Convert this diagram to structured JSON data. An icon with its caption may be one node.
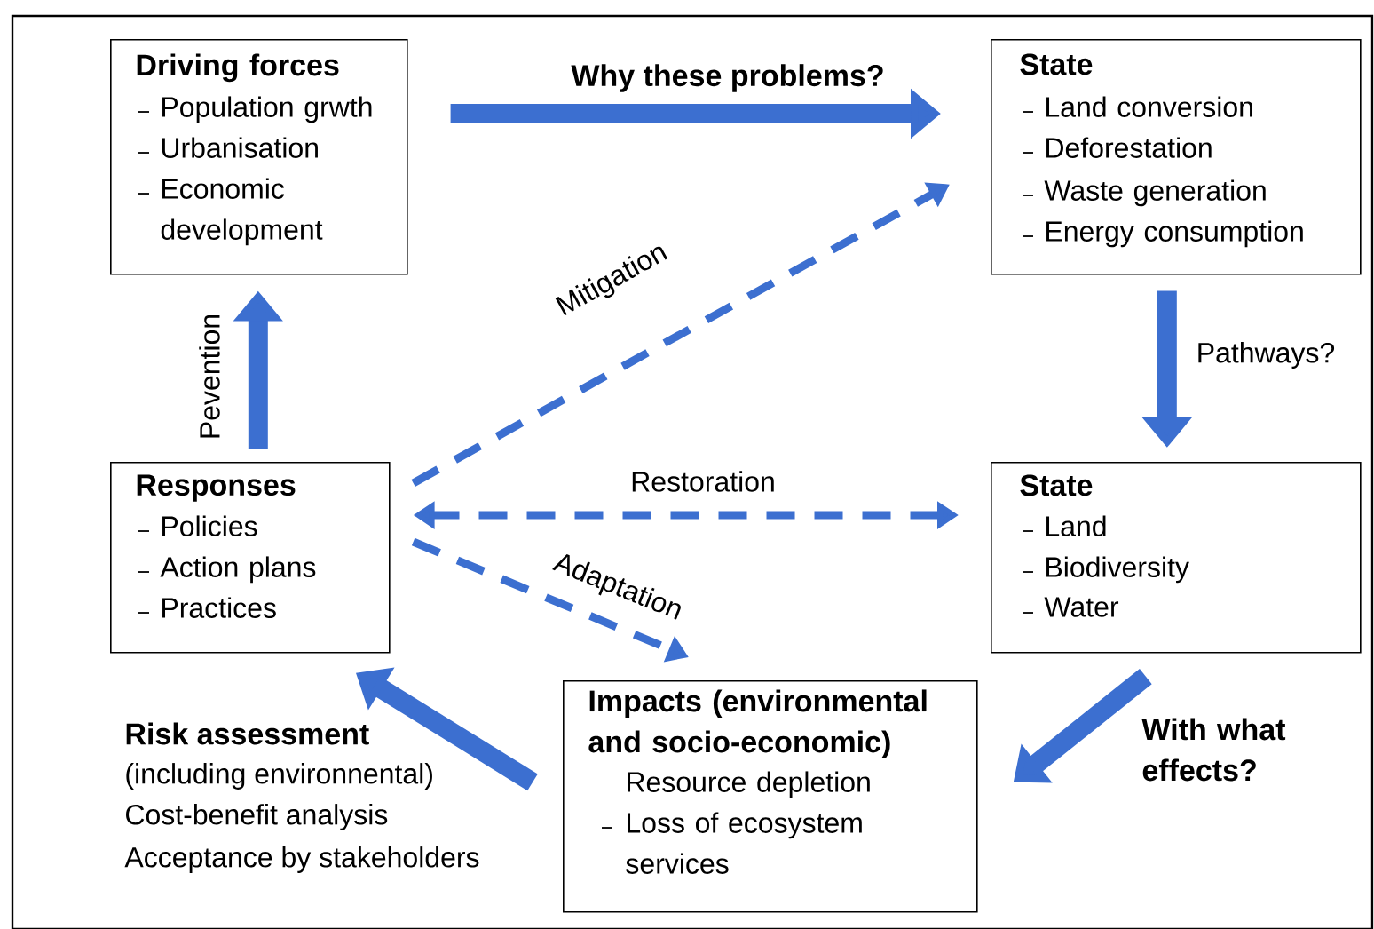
{
  "diagram": {
    "nodes": [
      {
        "text": [
          "Driving forces",
          "Population grwth",
          "Urbanisation",
          "Economic development"
        ]
      },
      {
        "text": [
          "State",
          "Land conversion",
          "Deforestation",
          "Waste generation",
          "Energy consumption"
        ]
      },
      {
        "text": [
          "Responses",
          "Policies",
          "Action plans",
          "Practices"
        ]
      },
      {
        "text": [
          "State",
          "Land",
          "Biodiversity",
          "Water"
        ]
      },
      {
        "text": [
          "Impacts (environmental and socio-economic)",
          "Resource depletion",
          "Loss of ecosystem services"
        ]
      }
    ],
    "edges": [
      {
        "from": 0,
        "to": 1,
        "arrow": "to",
        "label": "Why these problems?"
      },
      {
        "from": 2,
        "to": 0,
        "arrow": "to",
        "label": "Pevention"
      },
      {
        "from": 2,
        "to": 1,
        "arrow": "to",
        "label": "Mitigation",
        "style": "dashed"
      },
      {
        "from": 3,
        "to": 2,
        "arrow": "both",
        "label": "Restoration",
        "style": "dashed"
      },
      {
        "from": 2,
        "to": 4,
        "arrow": "to",
        "label": "Adaptation",
        "style": "dashed"
      },
      {
        "from": 1,
        "to": 3,
        "arrow": "to",
        "label": "Pathways?"
      },
      {
        "from": 3,
        "to": 4,
        "arrow": "to",
        "label": "With what effects?"
      },
      {
        "from": 4,
        "to": 2,
        "arrow": "to",
        "label": "Risk assessment"
      }
    ],
    "labels": [
      "(including environnental)",
      "Cost-benefit analysis",
      "Acceptance by stakeholders"
    ]
  }
}
